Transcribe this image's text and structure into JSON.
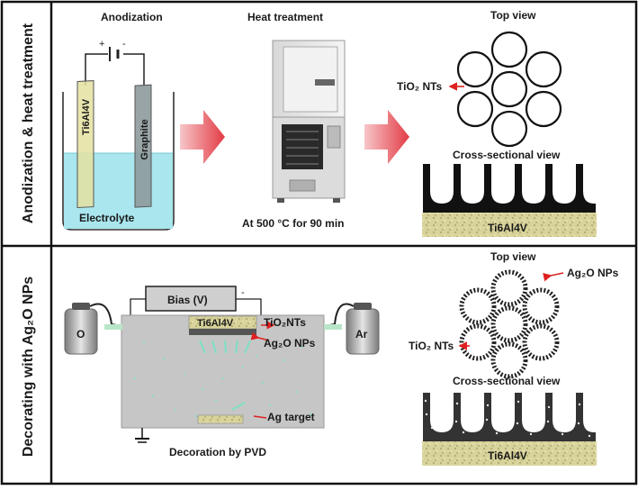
{
  "panel_top": {
    "side_label": "Anodization & heat treatment",
    "anodization": {
      "title": "Anodization",
      "battery_plus": "+",
      "battery_minus": "-",
      "electrode_left": "Ti6Al4V",
      "electrode_right": "Graphite",
      "bath_label": "Electrolyte"
    },
    "heat": {
      "title": "Heat treatment",
      "caption": "At 500 °C for 90 min"
    },
    "result": {
      "top_view_title": "Top view",
      "tube_label": "TiO₂ NTs",
      "cross_title": "Cross-sectional view",
      "substrate_label": "Ti6Al4V"
    }
  },
  "panel_bottom": {
    "side_label": "Decorating with Ag₂O NPs",
    "pvd": {
      "bias_label": "Bias (V)",
      "bias_minus": "-",
      "gas_left": "O",
      "gas_right": "Ar",
      "substrate_label": "Ti6Al4V",
      "label_tubes": "TiO₂NTs",
      "label_particles": "Ag₂O NPs",
      "label_target": "Ag target",
      "caption": "Decoration by PVD"
    },
    "result": {
      "top_view_title": "Top view",
      "particles_label": "Ag₂O NPs",
      "tube_label": "TiO₂ NTs",
      "cross_title": "Cross-sectional view",
      "substrate_label": "Ti6Al4V"
    }
  },
  "colors": {
    "electrolyte": "#a9e6ee",
    "substrate": "#d8d39a",
    "arrow": "#e8555a",
    "label_arrow": "#e02020",
    "chamber": "#c9c9c9",
    "spray": "#7de0c4"
  }
}
